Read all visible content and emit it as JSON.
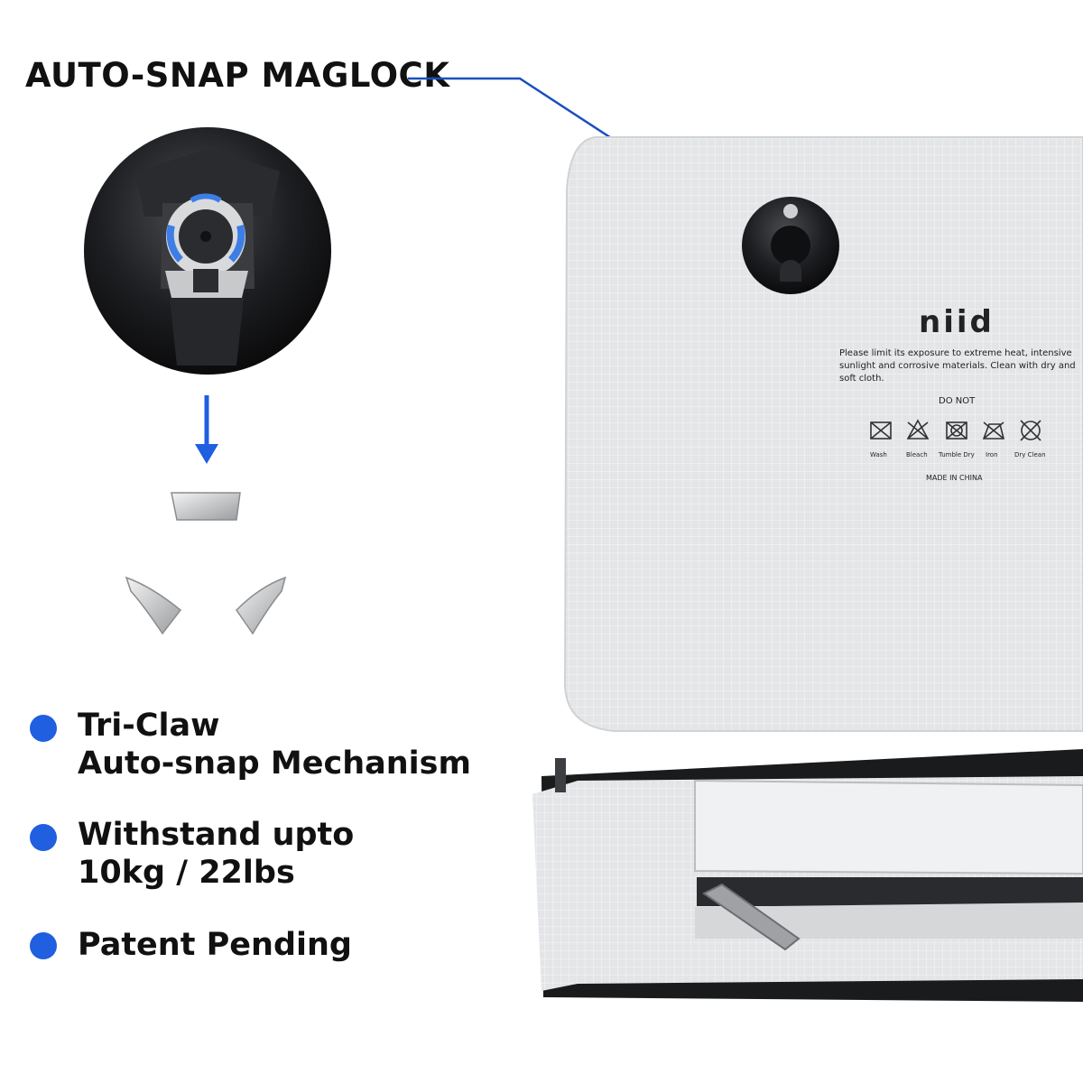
{
  "heading": "AUTO-SNAP MAGLOCK",
  "features": [
    {
      "line1": "Tri-Claw",
      "line2": "Auto-snap Mechanism"
    },
    {
      "line1": "Withstand upto",
      "line2": "10kg / 22lbs"
    },
    {
      "line1": "Patent Pending",
      "line2": ""
    }
  ],
  "bag_label": {
    "brand": "niid",
    "care_text_1": "Please limit its exposure to extreme heat, intensive",
    "care_text_2": "sunlight and corrosive materials. Clean with dry and",
    "care_text_3": "soft cloth.",
    "do_not": "DO NOT",
    "care_icons": [
      "Wash",
      "Bleach",
      "Tumble Dry",
      "Iron",
      "Dry Clean"
    ],
    "made_in": "MADE IN CHINA"
  },
  "colors": {
    "accent": "#1f5fe0",
    "leader_line": "#1b4fbf",
    "fabric": "#e2e4e6",
    "dark_part": "#1c1d1f"
  }
}
